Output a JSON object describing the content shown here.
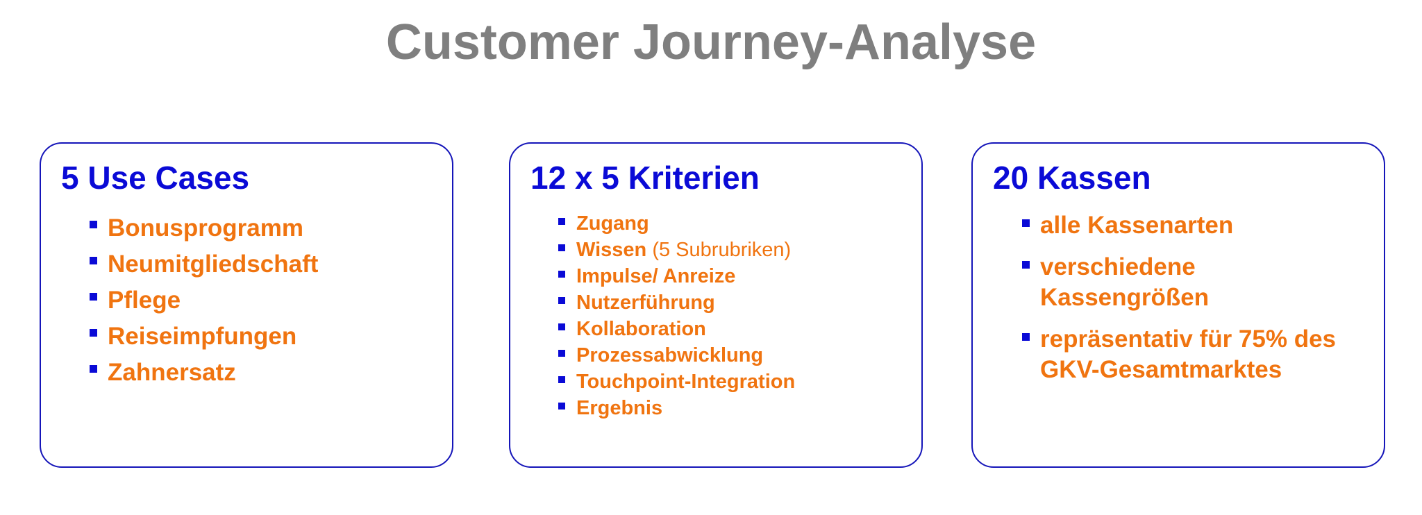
{
  "title": "Customer Journey-Analyse",
  "cards": [
    {
      "heading": "5 Use Cases",
      "items": [
        "Bonusprogramm",
        "Neumitgliedschaft",
        "Pflege",
        "Reiseimpfungen",
        "Zahnersatz"
      ]
    },
    {
      "heading": "12 x 5 Kriterien",
      "items": [
        {
          "label": "Zugang",
          "note": ""
        },
        {
          "label": "Wissen",
          "note": "(5 Subrubriken)"
        },
        {
          "label": "Impulse/ Anreize",
          "note": ""
        },
        {
          "label": "Nutzerführung",
          "note": ""
        },
        {
          "label": "Kollaboration",
          "note": ""
        },
        {
          "label": "Prozessabwicklung",
          "note": ""
        },
        {
          "label": "Touchpoint-Integration",
          "note": ""
        },
        {
          "label": "Ergebnis",
          "note": ""
        }
      ]
    },
    {
      "heading": "20 Kassen",
      "items": [
        {
          "lines": [
            "alle Kassenarten"
          ]
        },
        {
          "lines": [
            "verschiedene",
            "Kassengrößen"
          ]
        },
        {
          "lines": [
            "repräsentativ für 75% des",
            "GKV-Gesamtmarktes"
          ]
        }
      ]
    }
  ],
  "colors": {
    "title": "#7f7f7f",
    "heading": "#0a0ad6",
    "item": "#f07410",
    "bullet": "#0a0ad6",
    "border": "#1515b9"
  }
}
